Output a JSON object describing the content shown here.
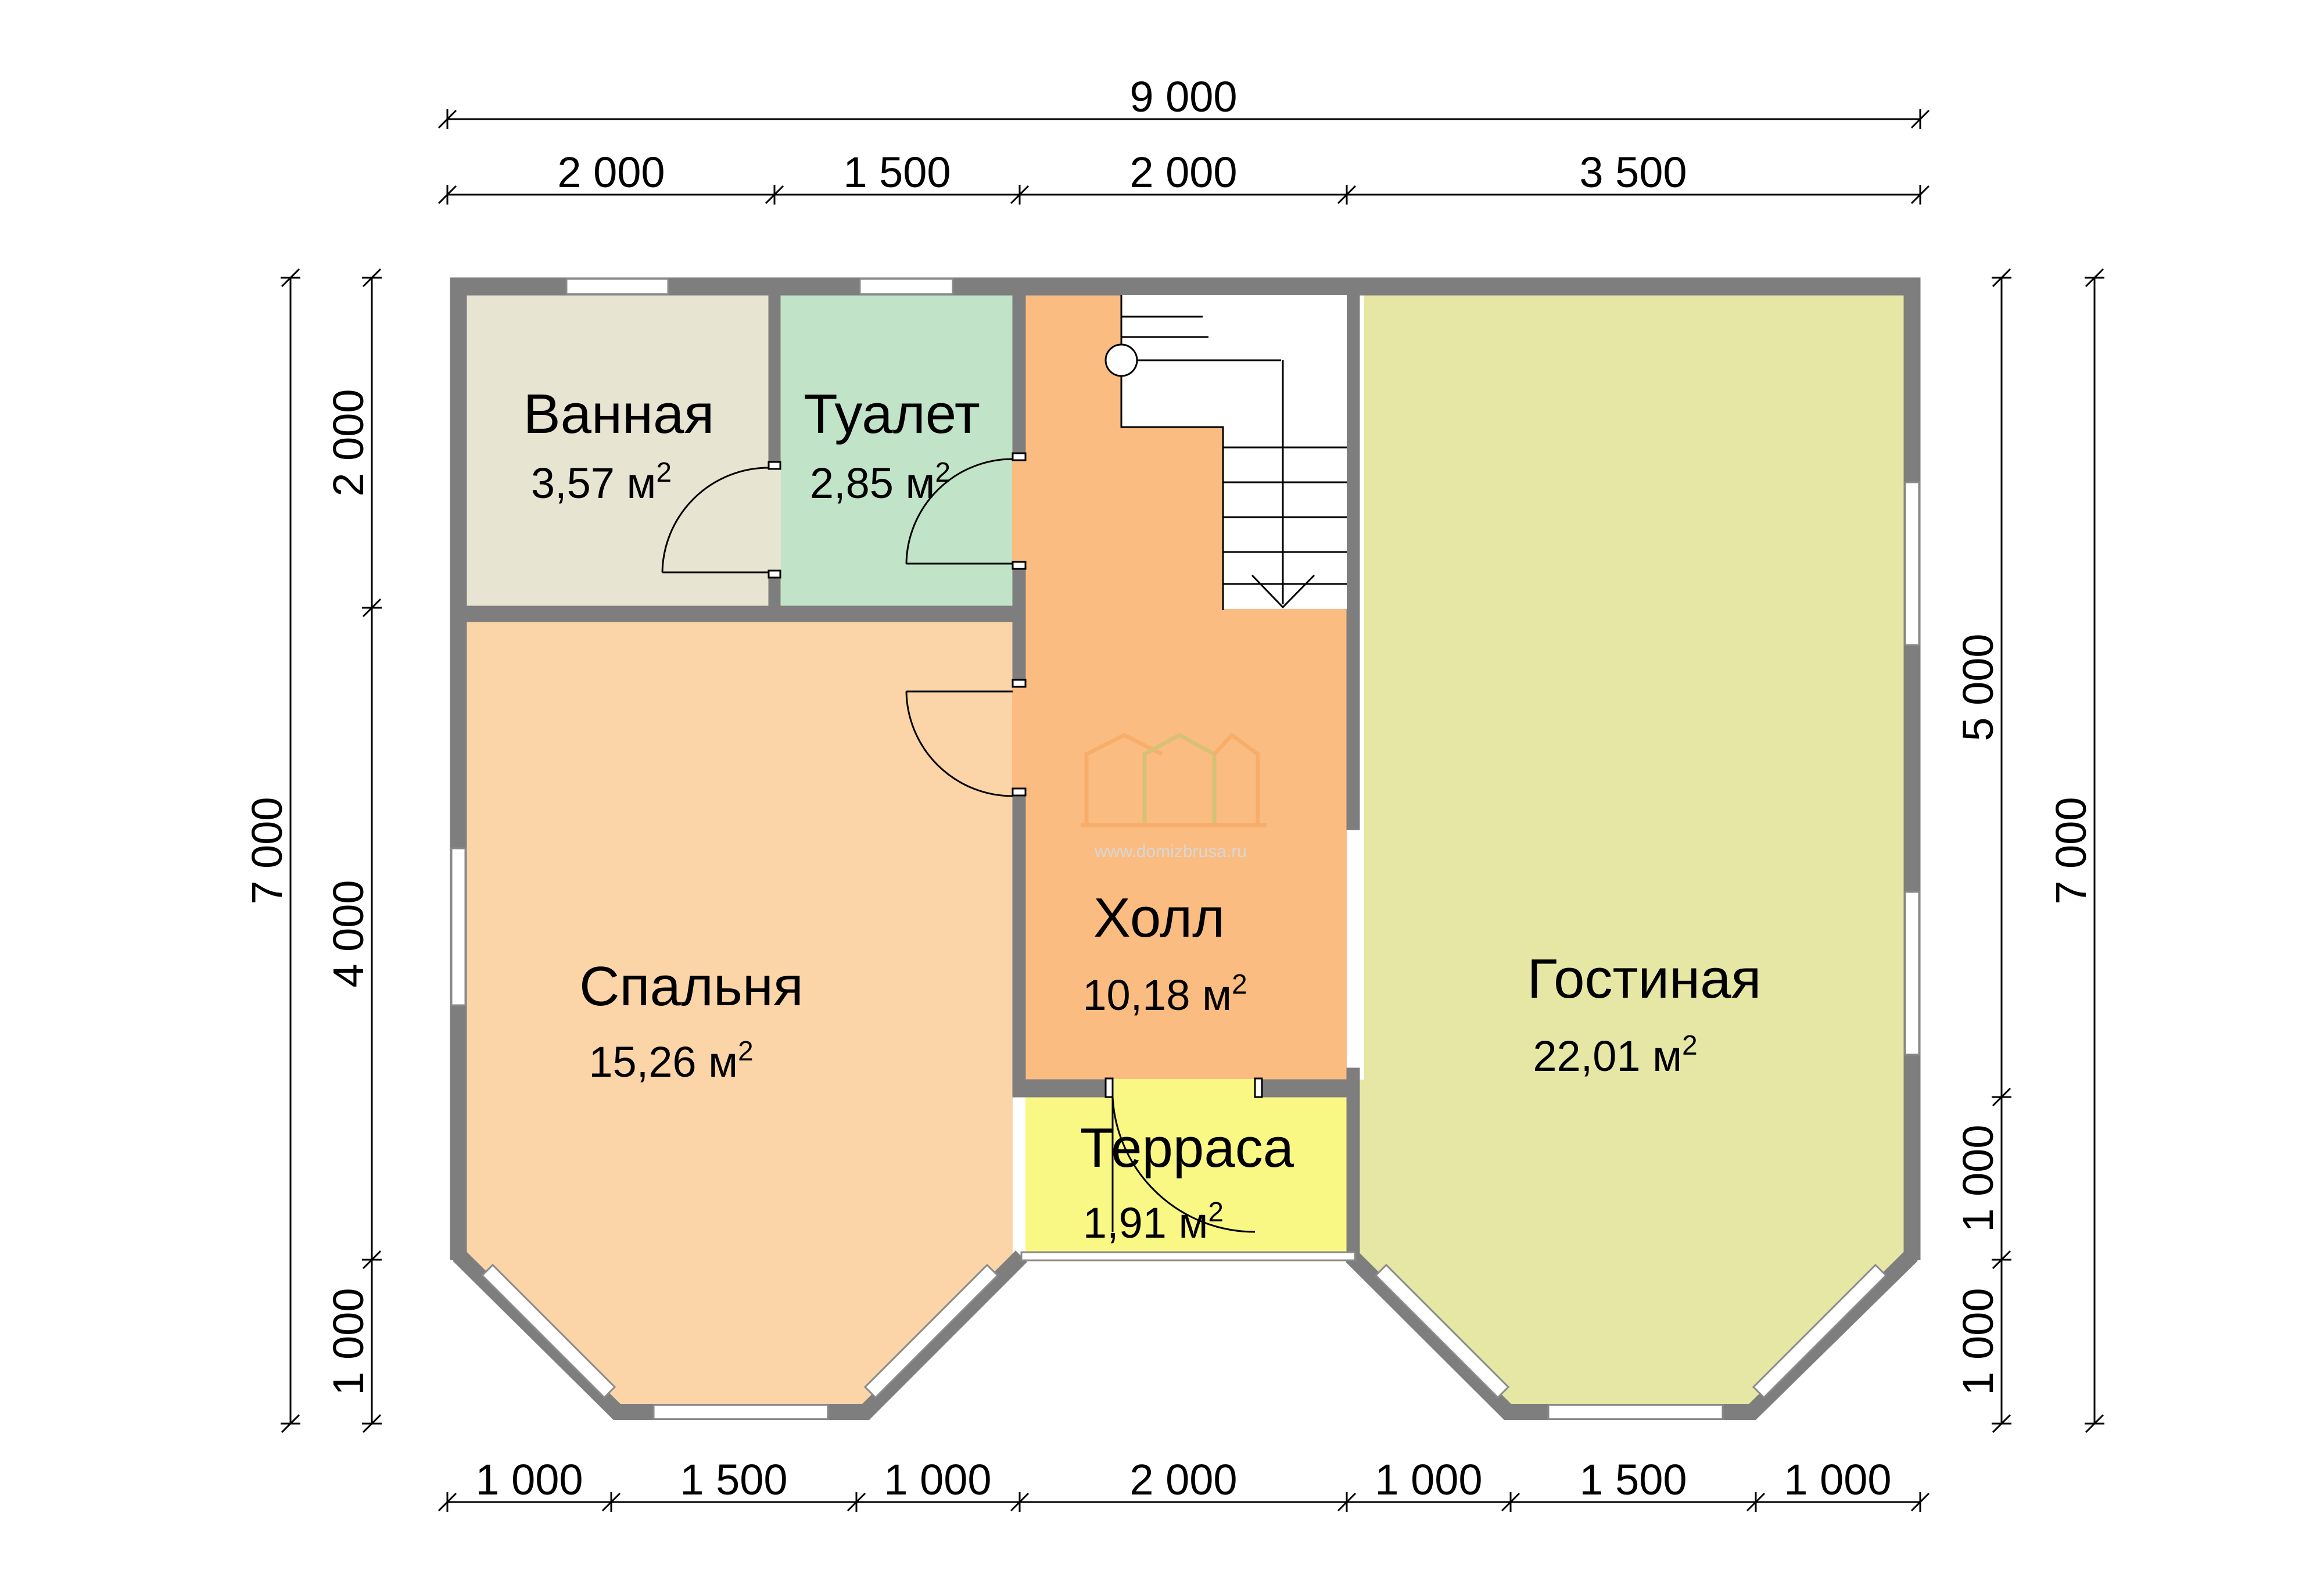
{
  "colors": {
    "bath": "#e8e4d2",
    "toilet": "#c1e3c8",
    "hall": "#fbbc82",
    "bedroom": "#fbd5a8",
    "living": "#e6e7a5",
    "terrace": "#faf885",
    "wall": "#7e7e7e"
  },
  "rooms": {
    "bath": {
      "name": "Ванная",
      "area": "3,57 м",
      "sup": "2"
    },
    "toilet": {
      "name": "Туалет",
      "area": "2,85 м",
      "sup": "2"
    },
    "hall": {
      "name": "Холл",
      "area": "10,18 м",
      "sup": "2"
    },
    "bedroom": {
      "name": "Спальня",
      "area": "15,26 м",
      "sup": "2"
    },
    "living": {
      "name": "Гостиная",
      "area": "22,01 м",
      "sup": "2"
    },
    "terrace": {
      "name": "Терраса",
      "area": "1,91 м",
      "sup": "2"
    }
  },
  "dimensions": {
    "top_total": "9 000",
    "top": [
      "2 000",
      "1 500",
      "2 000",
      "3 500"
    ],
    "bottom": [
      "1 000",
      "1 500",
      "1 000",
      "2 000",
      "1 000",
      "1 500",
      "1 000"
    ],
    "left_total": "7 000",
    "left": [
      "2 000",
      "4 000",
      "1 000"
    ],
    "right_total": "7 000",
    "right": [
      "5 000",
      "1 000",
      "1 000"
    ]
  },
  "watermark": {
    "url": "www.domizbrusa.ru"
  },
  "icons": {
    "stair": "stair-icon",
    "logo": "house-logo-icon"
  }
}
